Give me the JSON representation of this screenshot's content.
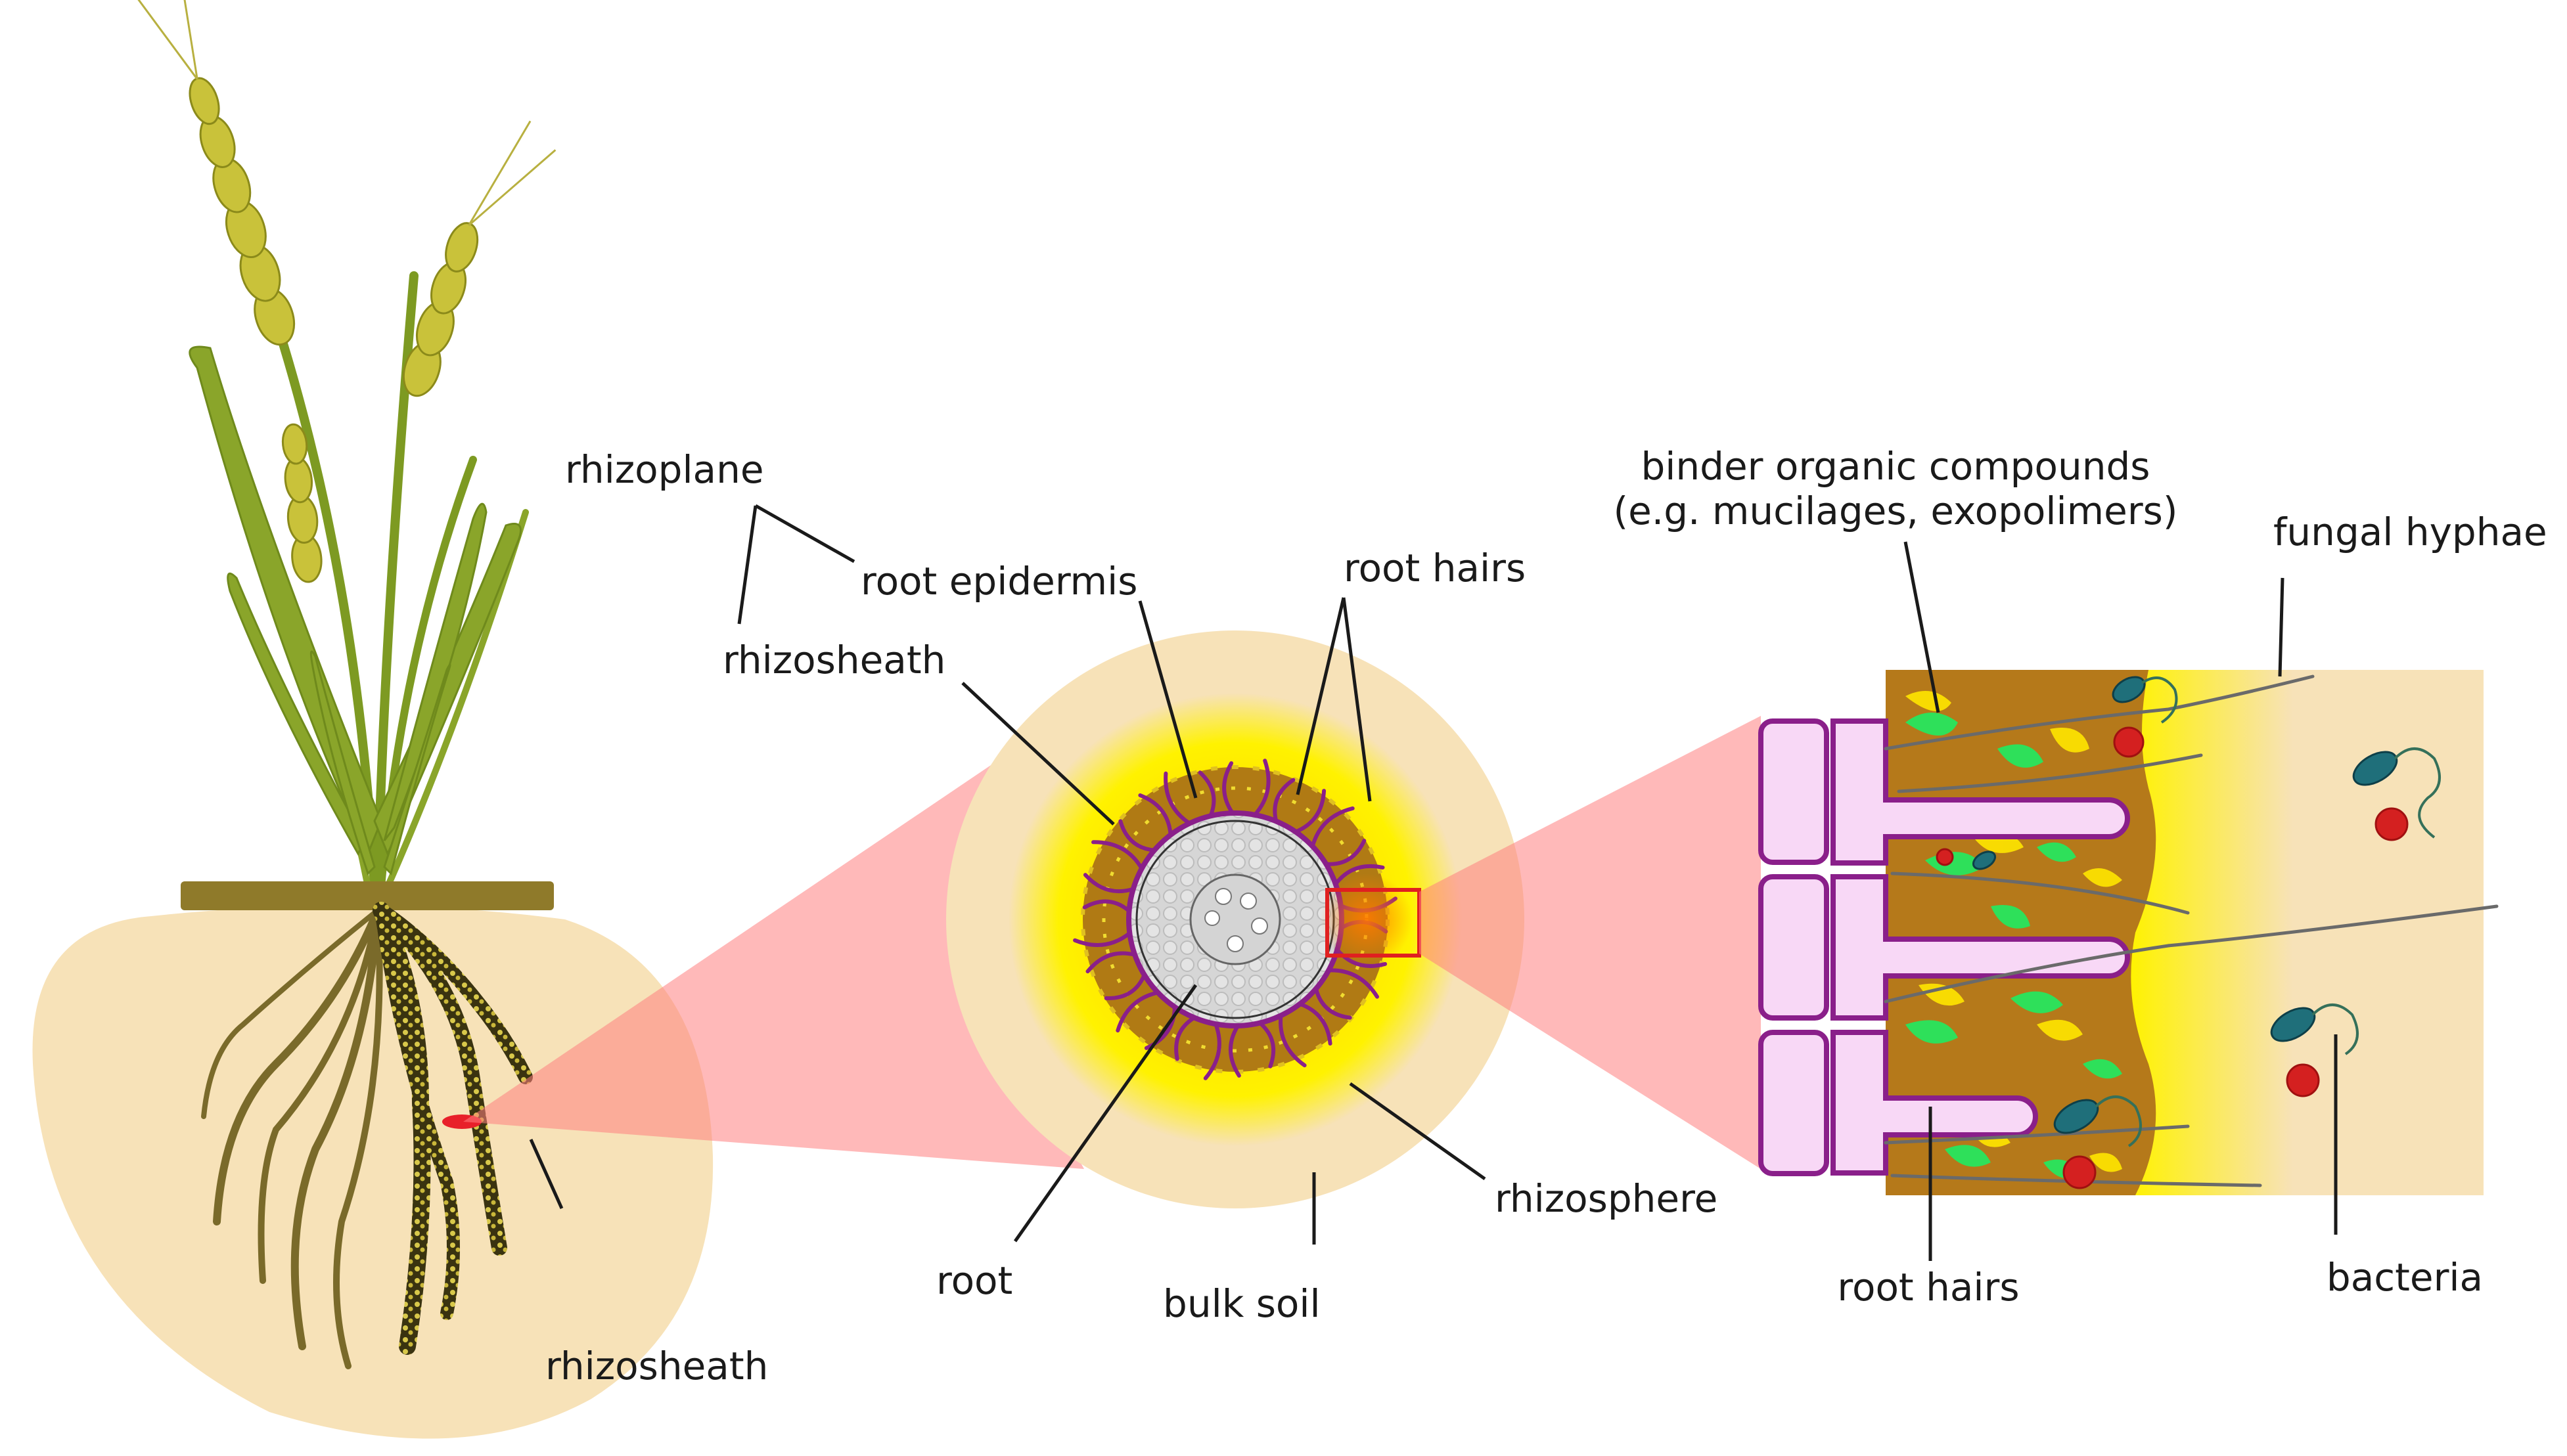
{
  "labels": {
    "rhizoplane": "rhizoplane",
    "root_epidermis": "root epidermis",
    "rhizosheath_mid": "rhizosheath",
    "root_hairs_mid": "root hairs",
    "root": "root",
    "bulk_soil": "bulk soil",
    "rhizosphere": "rhizosphere",
    "rhizosheath_plant": "rhizosheath",
    "binder_line1": "binder organic compounds",
    "binder_line2": "(e.g. mucilages, exopolimers)",
    "fungal_hyphae": "fungal hyphae",
    "root_hairs_right": "root hairs",
    "bacteria": "bacteria"
  },
  "colors": {
    "soil": "#f7e2b8",
    "rhizosphere": "#fff200",
    "rhizosheath": "#b07a14",
    "cross_section_grey": "#cfcfcf",
    "epidermis_purple": "#8a1f8a",
    "root_cell_fill": "#f8d8f6",
    "mucilage_green": "#2ee05a",
    "bacteria_teal": "#1f6f7a",
    "fungi_red": "#d42020",
    "zoom_red": "#ff8f8f",
    "plant_green": "#8aa52a",
    "wheat_ear": "#c9c23a",
    "ground_bar": "#8f7a2a"
  }
}
